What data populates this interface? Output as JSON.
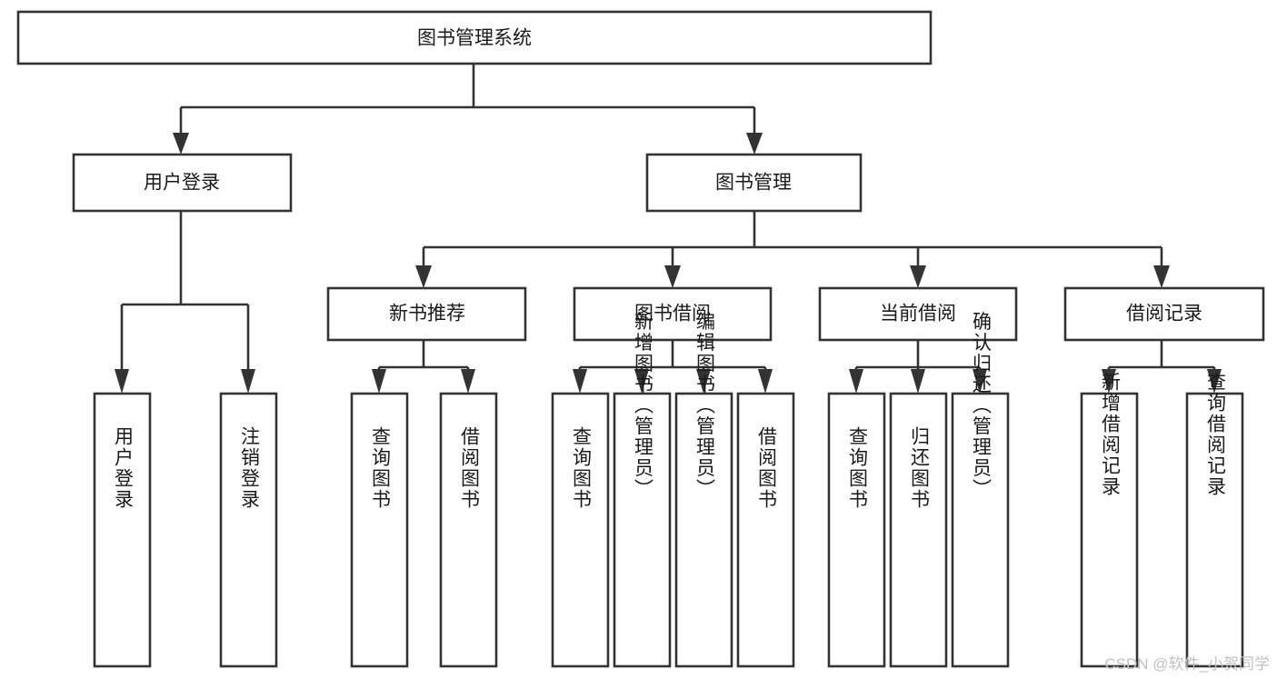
{
  "diagram": {
    "title_node": {
      "id": "root",
      "label": "图书管理系统",
      "orientation": "horizontal"
    },
    "level2": [
      {
        "id": "user-login",
        "label": "用户登录",
        "orientation": "horizontal"
      },
      {
        "id": "book-manage",
        "label": "图书管理",
        "orientation": "horizontal"
      }
    ],
    "level3": [
      {
        "id": "new-book-recommend",
        "label": "新书推荐",
        "orientation": "horizontal",
        "parent": "book-manage"
      },
      {
        "id": "book-borrow",
        "label": "图书借阅",
        "orientation": "horizontal",
        "parent": "book-manage"
      },
      {
        "id": "current-borrow",
        "label": "当前借阅",
        "orientation": "horizontal",
        "parent": "book-manage"
      },
      {
        "id": "borrow-record",
        "label": "借阅记录",
        "orientation": "horizontal",
        "parent": "book-manage"
      }
    ],
    "leaves": [
      {
        "id": "leaf-user-login",
        "label": "用户登录",
        "orientation": "vertical",
        "parent": "user-login"
      },
      {
        "id": "leaf-user-logout",
        "label": "注销登录",
        "orientation": "vertical",
        "parent": "user-login"
      },
      {
        "id": "leaf-query-book-1",
        "label": "查询图书",
        "orientation": "vertical",
        "parent": "new-book-recommend"
      },
      {
        "id": "leaf-borrow-book-1",
        "label": "借阅图书",
        "orientation": "vertical",
        "parent": "new-book-recommend"
      },
      {
        "id": "leaf-query-book-2",
        "label": "查询图书",
        "orientation": "vertical",
        "parent": "book-borrow"
      },
      {
        "id": "leaf-add-book",
        "label": "新增图书（管理员）",
        "orientation": "vertical",
        "parent": "book-borrow"
      },
      {
        "id": "leaf-edit-book",
        "label": "编辑图书（管理员）",
        "orientation": "vertical",
        "parent": "book-borrow"
      },
      {
        "id": "leaf-borrow-book-2",
        "label": "借阅图书",
        "orientation": "vertical",
        "parent": "book-borrow"
      },
      {
        "id": "leaf-query-book-3",
        "label": "查询图书",
        "orientation": "vertical",
        "parent": "current-borrow"
      },
      {
        "id": "leaf-return-book",
        "label": "归还图书",
        "orientation": "vertical",
        "parent": "current-borrow"
      },
      {
        "id": "leaf-confirm-return",
        "label": "确认归还（管理员）",
        "orientation": "vertical",
        "parent": "current-borrow"
      },
      {
        "id": "leaf-add-record",
        "label": "新增借阅记录",
        "orientation": "vertical",
        "parent": "borrow-record"
      },
      {
        "id": "leaf-query-record",
        "label": "查询借阅记录",
        "orientation": "vertical",
        "parent": "borrow-record"
      }
    ],
    "colors": {
      "stroke": "#333333",
      "fill": "#ffffff",
      "text": "#1a1a1a",
      "watermark": "#c2c2c2"
    }
  },
  "watermark": {
    "text": "CSDN @软件_小贺同学"
  },
  "chart_data": {
    "type": "diagram",
    "title": "图书管理系统",
    "structure": "tree",
    "nodes": [
      {
        "label": "图书管理系统",
        "level": 0,
        "children": [
          "用户登录",
          "图书管理"
        ]
      },
      {
        "label": "用户登录",
        "level": 1,
        "children": [
          "用户登录",
          "注销登录"
        ]
      },
      {
        "label": "图书管理",
        "level": 1,
        "children": [
          "新书推荐",
          "图书借阅",
          "当前借阅",
          "借阅记录"
        ]
      },
      {
        "label": "新书推荐",
        "level": 2,
        "children": [
          "查询图书",
          "借阅图书"
        ]
      },
      {
        "label": "图书借阅",
        "level": 2,
        "children": [
          "查询图书",
          "新增图书（管理员）",
          "编辑图书（管理员）",
          "借阅图书"
        ]
      },
      {
        "label": "当前借阅",
        "level": 2,
        "children": [
          "查询图书",
          "归还图书",
          "确认归还（管理员）"
        ]
      },
      {
        "label": "借阅记录",
        "level": 2,
        "children": [
          "新增借阅记录",
          "查询借阅记录"
        ]
      }
    ]
  }
}
